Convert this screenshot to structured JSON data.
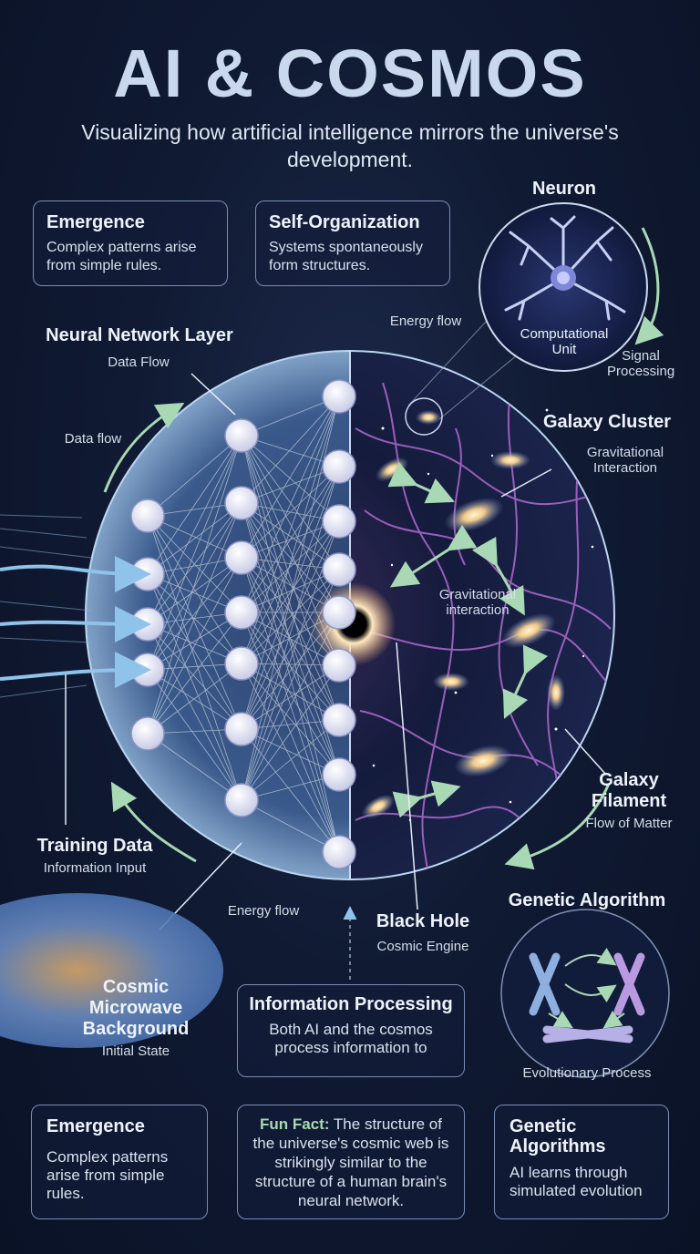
{
  "header": {
    "title": "AI & COSMOS",
    "subtitle": "Visualizing how artificial intelligence mirrors the universe's development."
  },
  "top_cards": [
    {
      "title": "Emergence",
      "text": "Complex patterns arise from simple rules."
    },
    {
      "title": "Self-Organization",
      "text": "Systems spontaneously form structures."
    }
  ],
  "neuron": {
    "title": "Neuron",
    "inner_label": "Computational Unit",
    "signal_label": "Signal Processing",
    "energy_label": "Energy flow"
  },
  "network": {
    "title": "Neural Network Layer",
    "subtitle": "Data Flow",
    "data_flow_label": "Data flow",
    "training_title": "Training Data",
    "training_sub": "Information Input",
    "energy_label": "Energy flow"
  },
  "cosmos": {
    "cluster_title": "Galaxy Cluster",
    "cluster_sub": "Gravitational Interaction",
    "grav_label": "Gravitational interaction",
    "filament_title": "Galaxy Filament",
    "filament_sub": "Flow of Matter",
    "blackhole_title": "Black Hole",
    "blackhole_sub": "Cosmic Engine",
    "cmb_title": "Cosmic Microwave Background",
    "cmb_sub": "Initial State"
  },
  "processing": {
    "title": "Information Processing",
    "text": "Both AI and the cosmos process information to"
  },
  "genetic": {
    "title": "Genetic Algorithm",
    "sub": "Evolutionary Process"
  },
  "bottom_cards": [
    {
      "title": "Emergence",
      "text": "Complex patterns arise from simple rules."
    },
    {
      "title_prefix": "Fun Fact:",
      "text": "The structure of the universe's cosmic web is strikingly similar to the structure of a human brain's neural network."
    },
    {
      "title": "Genetic Algorithms",
      "text": "AI learns through simulated evolution"
    }
  ],
  "colors": {
    "accent": "#a9d9b4",
    "node": "#dfe4f5",
    "filament": "#b06ad0",
    "card_border": "#7b8cb3",
    "background": "#101a33"
  }
}
